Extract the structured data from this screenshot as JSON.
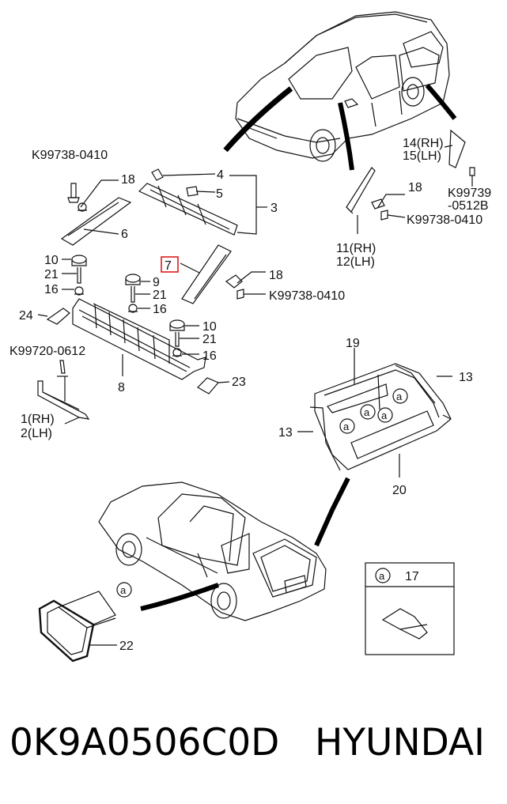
{
  "labels": {
    "bolt_a": "K99738-0410",
    "n18a": "18",
    "n4": "4",
    "n5": "5",
    "n3": "3",
    "n6": "6",
    "n7": "7",
    "n10a": "10",
    "n21a": "21",
    "n16a": "16",
    "n9": "9",
    "n21b": "21",
    "n16b": "16",
    "n24": "24",
    "n10b": "10",
    "n21c": "21",
    "n16c": "16",
    "bolt_c": "K99720-0612",
    "n8": "8",
    "n23": "23",
    "n1": "1(RH)",
    "n2": "2(LH)",
    "n18b": "18",
    "bolt_b": "K99738-0410",
    "n14": "14(RH)",
    "n15": "15(LH)",
    "bolt_d1": "K99739",
    "bolt_d2": "-0512B",
    "n18c": "18",
    "bolt_e": "K99738-0410",
    "n11": "11(RH)",
    "n12": "12(LH)",
    "n19": "19",
    "n13a": "13",
    "n13b": "13",
    "n20": "20",
    "n22": "22",
    "a": "a",
    "legend_a": "a",
    "n17": "17"
  },
  "caption": {
    "part_number": "0K9A0506C0D",
    "brand": "HYUNDAI"
  }
}
